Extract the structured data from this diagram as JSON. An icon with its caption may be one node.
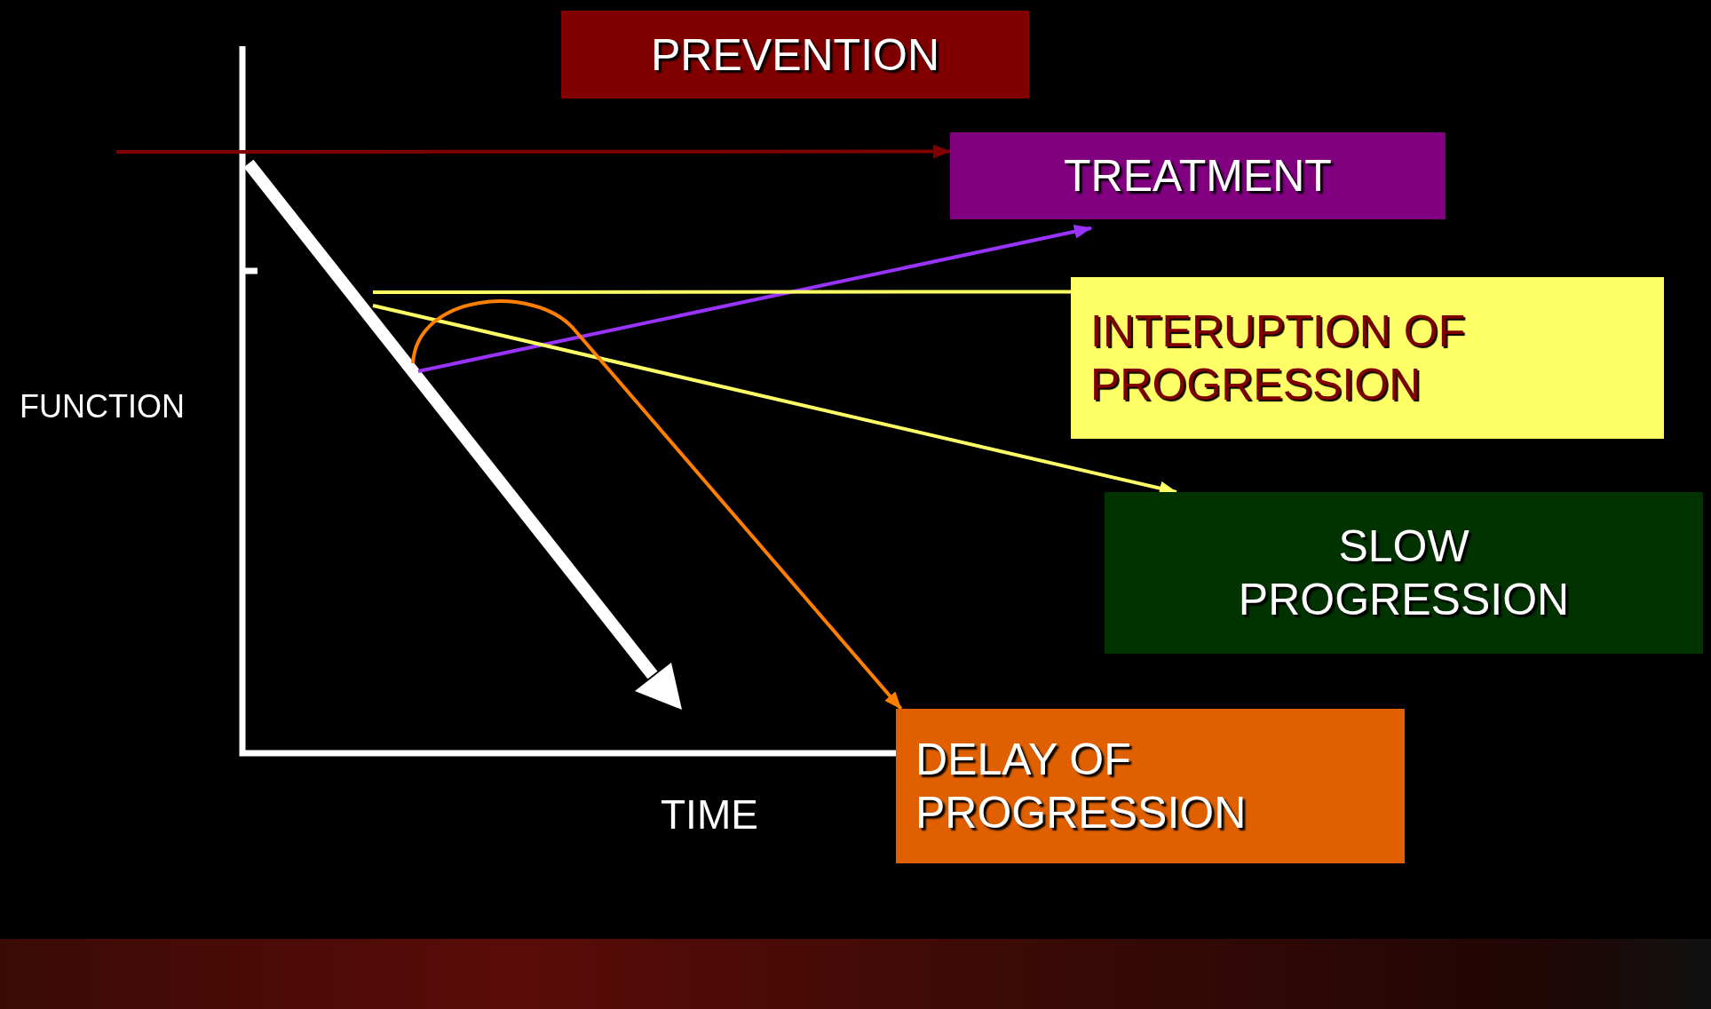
{
  "diagram": {
    "nodes": [
      {
        "text": [
          "PREVENTION"
        ]
      },
      {
        "text": [
          "TREATMENT"
        ]
      },
      {
        "text": [
          "INTERUPTION OF PROGRESSION"
        ]
      },
      {
        "text": [
          "SLOW PROGRESSION"
        ]
      },
      {
        "text": [
          "DELAY OF PROGRESSION"
        ]
      }
    ],
    "edges": [
      {
        "from": null,
        "to": 1,
        "arrow": "to",
        "color": "#800000"
      },
      {
        "from": null,
        "to": 1,
        "arrow": "to",
        "color": "#9933ff"
      },
      {
        "from": null,
        "to": 2,
        "arrow": "none",
        "color": "#ffff66"
      },
      {
        "from": null,
        "to": 3,
        "arrow": "to",
        "color": "#ffff66"
      },
      {
        "from": null,
        "to": 4,
        "arrow": "to",
        "color": "#ff8000"
      }
    ],
    "labels": [
      "FUNCTION",
      "TIME"
    ]
  }
}
